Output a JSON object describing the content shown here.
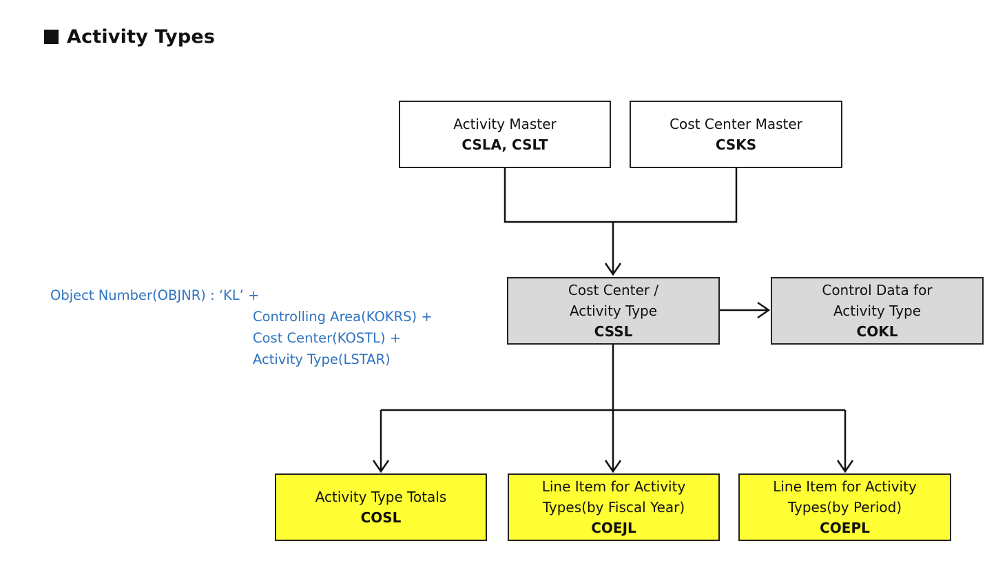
{
  "title": "Activity Types",
  "nodes": {
    "activity_master": {
      "label": "Activity Master",
      "code": "CSLA, CSLT"
    },
    "cost_center_master": {
      "label": "Cost Center Master",
      "code": "CSKS"
    },
    "cssl": {
      "label_line1": "Cost Center /",
      "label_line2": "Activity Type",
      "code": "CSSL"
    },
    "cokl": {
      "label_line1": "Control Data for",
      "label_line2": "Activity Type",
      "code": "COKL"
    },
    "cosl": {
      "label": "Activity Type Totals",
      "code": "COSL"
    },
    "coejl": {
      "label_line1": "Line Item for Activity",
      "label_line2": "Types(by Fiscal Year)",
      "code": "COEJL"
    },
    "coepl": {
      "label_line1": "Line Item for Activity",
      "label_line2": "Types(by Period)",
      "code": "COEPL"
    }
  },
  "object_number_note": {
    "line1": "Object Number(OBJNR) : ‘KL’ +",
    "line2": "Controlling Area(KOKRS) +",
    "line3": "Cost Center(KOSTL) +",
    "line4": "Activity Type(LSTAR)"
  },
  "colors": {
    "note_text": "#2f73c0",
    "highlight_box": "#ffff33",
    "gray_box": "#d9d9d9"
  }
}
